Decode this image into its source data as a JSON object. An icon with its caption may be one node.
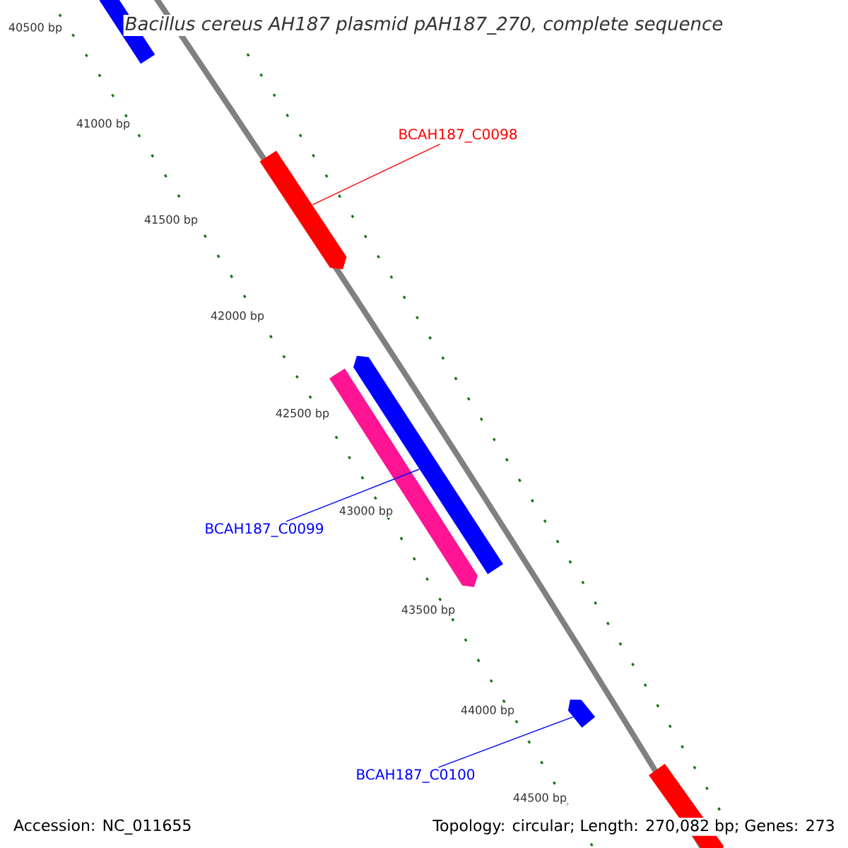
{
  "diagram": {
    "title": "Bacillus cereus AH187 plasmid pAH187_270, complete sequence",
    "nodes": [
      {
        "text": [],
        "shape": "bar"
      },
      {
        "text": [],
        "shape": "bar"
      },
      {
        "text": [],
        "shape": "bar"
      },
      {
        "text": [],
        "shape": "bar"
      },
      {
        "text": [],
        "shape": "bar"
      },
      {
        "text": [],
        "shape": "bar"
      },
      {
        "text": [
          "BCAH187_C0098"
        ]
      },
      {
        "text": [
          "BCAH187_C0099"
        ]
      },
      {
        "text": [
          "BCAH187_C0100"
        ]
      }
    ],
    "edges": [
      {
        "from": 6,
        "to": 1,
        "arrow": "none",
        "color": "#ff0000"
      },
      {
        "from": 7,
        "to": 3,
        "arrow": "none"
      },
      {
        "from": 8,
        "to": 4,
        "arrow": "none"
      }
    ],
    "labels": [
      "40500 bp",
      "41000 bp",
      "41500 bp",
      "42000 bp",
      "42500 bp",
      "43000 bp",
      "43500 bp",
      "44000 bp",
      "44500 bp",
      "Accession: NC_011655",
      "Topology: circular; Length: 270,082 bp; Genes: 273"
    ]
  }
}
